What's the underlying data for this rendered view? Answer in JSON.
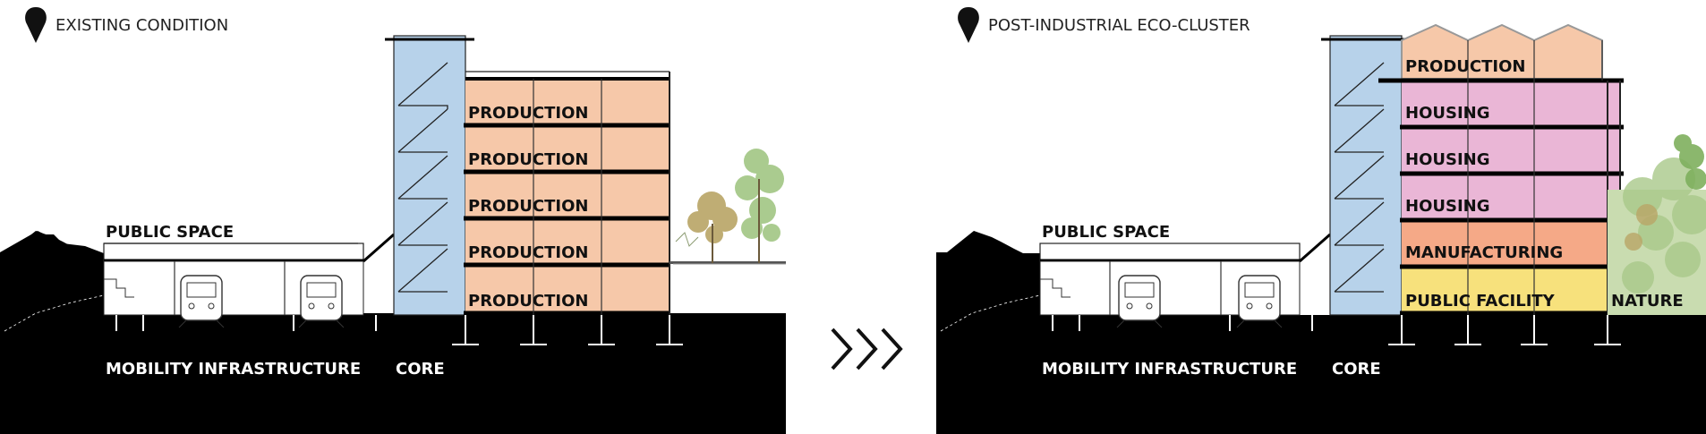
{
  "colors": {
    "core": "#b7d2ea",
    "production": "#f6c8a9",
    "housing": "#eab6d6",
    "manufacturing": "#f5a987",
    "public_facility": "#f7e17c",
    "nature": "#c9dcb0",
    "ground": "#000000"
  },
  "icons": [
    "map-pin-icon",
    "train-icon",
    "stairs-icon",
    "tree-icon",
    "chevrons-right-icon"
  ],
  "left": {
    "title": "EXISTING CONDITION",
    "public_space": "PUBLIC SPACE",
    "mobility": "MOBILITY INFRASTRUCTURE",
    "core": "CORE",
    "floors": [
      "PRODUCTION",
      "PRODUCTION",
      "PRODUCTION",
      "PRODUCTION",
      "PRODUCTION"
    ]
  },
  "right": {
    "title": "POST-INDUSTRIAL ECO-CLUSTER",
    "public_space": "PUBLIC SPACE",
    "mobility": "MOBILITY INFRASTRUCTURE",
    "core": "CORE",
    "roof": "PRODUCTION",
    "floors": [
      "HOUSING",
      "HOUSING",
      "HOUSING",
      "MANUFACTURING",
      "PUBLIC FACILITY"
    ],
    "nature": "NATURE"
  }
}
